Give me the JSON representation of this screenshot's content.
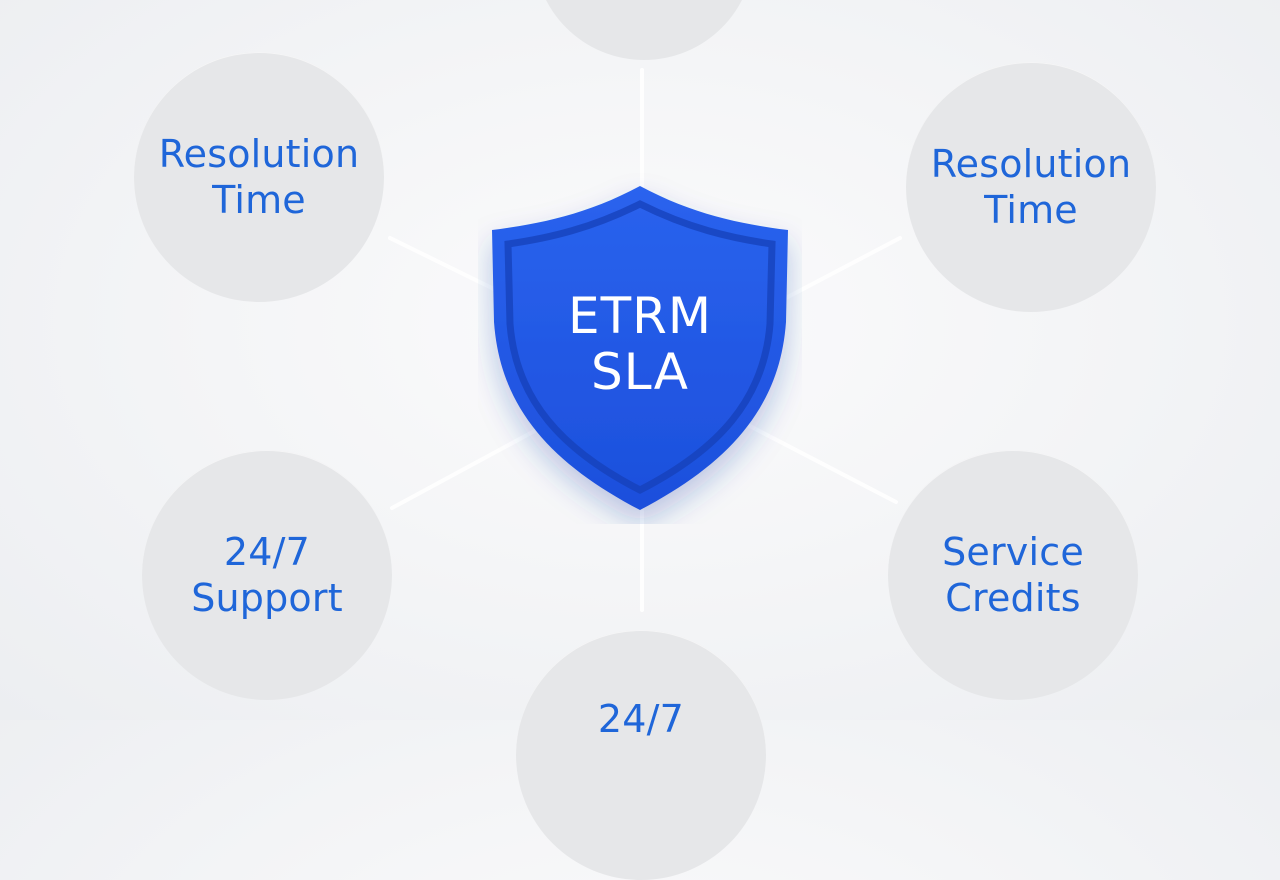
{
  "center": {
    "line1": "ETRM",
    "line2": "SLA",
    "fill_color": "#1e55e3",
    "edge_color": "#1640b8"
  },
  "nodes": {
    "top": "",
    "top_left": "Resolution\nTime",
    "top_right": "Resolution\nTime",
    "bottom_left": "24/7\nSupport",
    "bottom_right": "Service\nCredits",
    "bottom": "24/7"
  },
  "colors": {
    "label": "#1f66d9",
    "node_fill": "#e6e7e9",
    "connector": "#ffffff"
  }
}
